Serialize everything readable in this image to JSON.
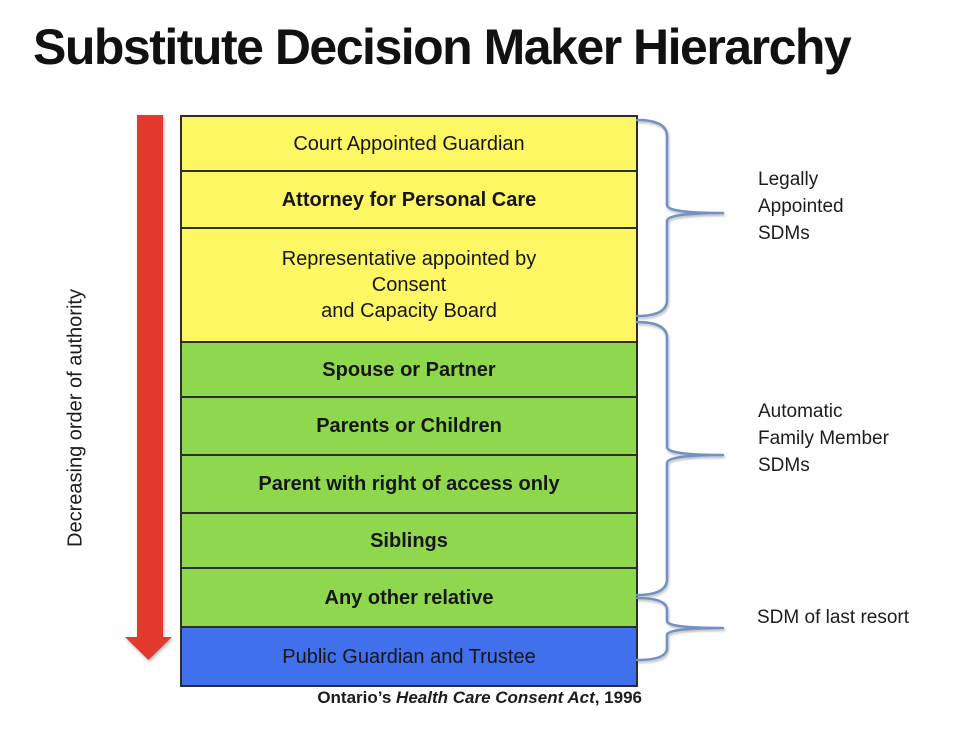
{
  "title": "Substitute Decision Maker Hierarchy",
  "axis_label": "Decreasing order of authority",
  "colors": {
    "yellow": "#FCF763",
    "green": "#8FD84D",
    "blue": "#4070EC",
    "red": "#E3392D",
    "brace": "#7191C5",
    "border": "#2D2D2D"
  },
  "icons": {
    "arrow": "down-arrow-icon",
    "braces": "curly-brace-icon"
  },
  "hierarchy": {
    "rows": [
      {
        "label": "Court Appointed Guardian",
        "color": "yellow",
        "bold": false,
        "group": "Legally Appointed SDMs"
      },
      {
        "label": "Attorney for Personal Care",
        "color": "yellow",
        "bold": true,
        "group": "Legally Appointed SDMs"
      },
      {
        "label": "Representative appointed by\nConsent\nand Capacity Board",
        "color": "yellow",
        "bold": false,
        "group": "Legally Appointed SDMs"
      },
      {
        "label": "Spouse or Partner",
        "color": "green",
        "bold": true,
        "group": "Automatic Family Member SDMs"
      },
      {
        "label": "Parents or Children",
        "color": "green",
        "bold": true,
        "group": "Automatic Family Member SDMs"
      },
      {
        "label": "Parent with right of access only",
        "color": "green",
        "bold": true,
        "group": "Automatic Family Member SDMs"
      },
      {
        "label": "Siblings",
        "color": "green",
        "bold": true,
        "group": "Automatic Family Member SDMs"
      },
      {
        "label": "Any other relative",
        "color": "green",
        "bold": true,
        "group": "Automatic Family Member SDMs"
      },
      {
        "label": "Public Guardian and Trustee",
        "color": "blue",
        "bold": false,
        "group": "SDM of last resort"
      }
    ]
  },
  "groups": [
    {
      "label": "Legally\nAppointed\nSDMs"
    },
    {
      "label": "Automatic\nFamily Member\nSDMs"
    },
    {
      "label": "SDM of last resort"
    }
  ],
  "caption": {
    "prefix": "Ontario’s ",
    "italic": "Health Care Consent Act",
    "suffix": ", 1996"
  }
}
